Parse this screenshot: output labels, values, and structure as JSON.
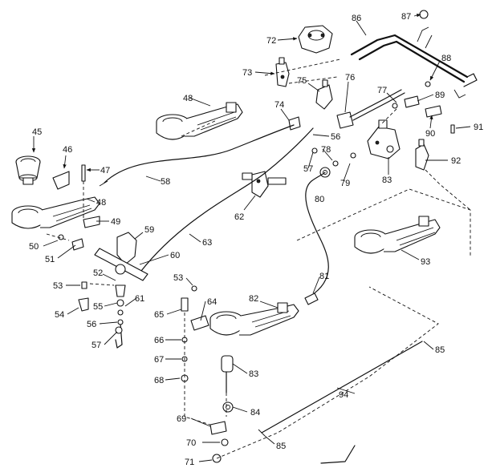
{
  "callouts": [
    {
      "id": "45",
      "text": "45"
    },
    {
      "id": "46",
      "text": "46"
    },
    {
      "id": "47",
      "text": "47"
    },
    {
      "id": "48a",
      "text": "48"
    },
    {
      "id": "48b",
      "text": "48"
    },
    {
      "id": "49",
      "text": "49"
    },
    {
      "id": "50",
      "text": "50"
    },
    {
      "id": "51",
      "text": "51"
    },
    {
      "id": "52",
      "text": "52"
    },
    {
      "id": "53a",
      "text": "53"
    },
    {
      "id": "53b",
      "text": "53"
    },
    {
      "id": "54",
      "text": "54"
    },
    {
      "id": "55",
      "text": "55"
    },
    {
      "id": "56a",
      "text": "56"
    },
    {
      "id": "56b",
      "text": "56"
    },
    {
      "id": "57a",
      "text": "57"
    },
    {
      "id": "57b",
      "text": "57"
    },
    {
      "id": "58",
      "text": "58"
    },
    {
      "id": "59",
      "text": "59"
    },
    {
      "id": "60",
      "text": "60"
    },
    {
      "id": "61",
      "text": "61"
    },
    {
      "id": "62",
      "text": "62"
    },
    {
      "id": "63",
      "text": "63"
    },
    {
      "id": "64",
      "text": "64"
    },
    {
      "id": "65",
      "text": "65"
    },
    {
      "id": "66",
      "text": "66"
    },
    {
      "id": "67",
      "text": "67"
    },
    {
      "id": "68",
      "text": "68"
    },
    {
      "id": "69",
      "text": "69"
    },
    {
      "id": "70",
      "text": "70"
    },
    {
      "id": "71",
      "text": "71"
    },
    {
      "id": "72",
      "text": "72"
    },
    {
      "id": "73",
      "text": "73"
    },
    {
      "id": "74",
      "text": "74"
    },
    {
      "id": "75",
      "text": "75"
    },
    {
      "id": "76",
      "text": "76"
    },
    {
      "id": "77",
      "text": "77"
    },
    {
      "id": "78",
      "text": "78"
    },
    {
      "id": "79",
      "text": "79"
    },
    {
      "id": "80",
      "text": "80"
    },
    {
      "id": "81",
      "text": "81"
    },
    {
      "id": "82",
      "text": "82"
    },
    {
      "id": "83a",
      "text": "83"
    },
    {
      "id": "83b",
      "text": "83"
    },
    {
      "id": "84",
      "text": "84"
    },
    {
      "id": "85a",
      "text": "85"
    },
    {
      "id": "85b",
      "text": "85"
    },
    {
      "id": "86",
      "text": "86"
    },
    {
      "id": "87",
      "text": "87"
    },
    {
      "id": "88",
      "text": "88"
    },
    {
      "id": "89",
      "text": "89"
    },
    {
      "id": "90",
      "text": "90"
    },
    {
      "id": "91",
      "text": "91"
    },
    {
      "id": "92",
      "text": "92"
    },
    {
      "id": "93",
      "text": "93"
    },
    {
      "id": "94",
      "text": "94"
    }
  ]
}
